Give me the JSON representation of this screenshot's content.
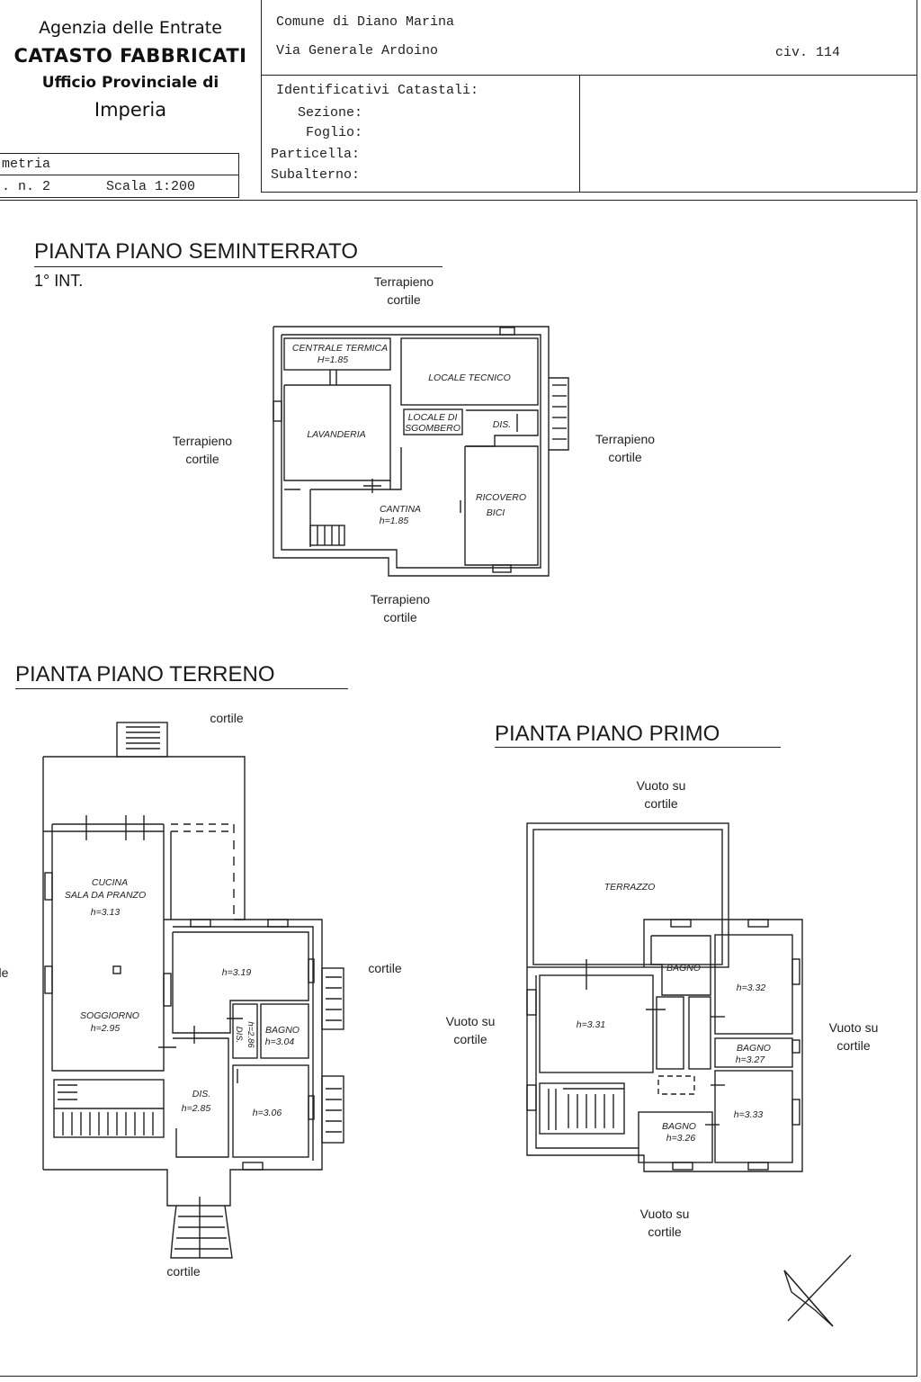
{
  "header": {
    "agency_line1": "Agenzia delle Entrate",
    "agency_line2": "CATASTO FABBRICATI",
    "agency_line3": "Ufficio Provinciale di",
    "agency_line4": "Imperia",
    "doc_type_partial": "metria",
    "sheet_partial": ". n. 2",
    "scale": "Scala 1:200",
    "comune": "Comune di Diano Marina",
    "via": "Via Generale Ardoino",
    "civico": "civ. 114",
    "ident_title": "Identificativi Catastali:",
    "sezione": "Sezione:",
    "foglio": "Foglio:",
    "particella": "Particella:",
    "subalterno": "Subalterno:"
  },
  "seminterrato": {
    "title": "PIANTA PIANO SEMINTERRATO",
    "subtitle": "1° INT.",
    "terrapieno": "Terrapieno",
    "cortile": "cortile",
    "rooms": {
      "centrale_termica": "CENTRALE TERMICA",
      "centrale_h": "H=1.85",
      "locale_tecnico": "LOCALE TECNICO",
      "lavanderia": "LAVANDERIA",
      "sgombero_1": "LOCALE DI",
      "sgombero_2": "SGOMBERO",
      "dis": "DIS.",
      "cantina": "CANTINA",
      "cantina_h": "h=1.85",
      "ricovero_1": "RICOVERO",
      "ricovero_2": "BICI"
    }
  },
  "terreno": {
    "title": "PIANTA PIANO TERRENO",
    "cortile": "cortile",
    "cortile_partial": "le",
    "rooms": {
      "cucina": "CUCINA",
      "sala": "SALA DA PRANZO",
      "cucina_h": "h=3.13",
      "soggiorno": "SOGGIORNO",
      "soggiorno_h": "h=2.95",
      "h319": "h=3.19",
      "dis_small": "DIS.",
      "dis_small_h": "h=2.86",
      "bagno": "BAGNO",
      "bagno_h": "h=3.04",
      "dis": "DIS.",
      "dis_h": "h=2.85",
      "h306": "h=3.06"
    }
  },
  "primo": {
    "title": "PIANTA PIANO PRIMO",
    "vuoto": "Vuoto su",
    "cortile": "cortile",
    "rooms": {
      "terrazzo": "TERRAZZO",
      "bagno_top": "BAGNO",
      "h332": "h=3.32",
      "h331": "h=3.31",
      "bagno_mid": "BAGNO",
      "bagno_mid_h": "h=3.27",
      "bagno_bot": "BAGNO",
      "bagno_bot_h": "h=3.26",
      "h333": "h=3.33"
    }
  }
}
